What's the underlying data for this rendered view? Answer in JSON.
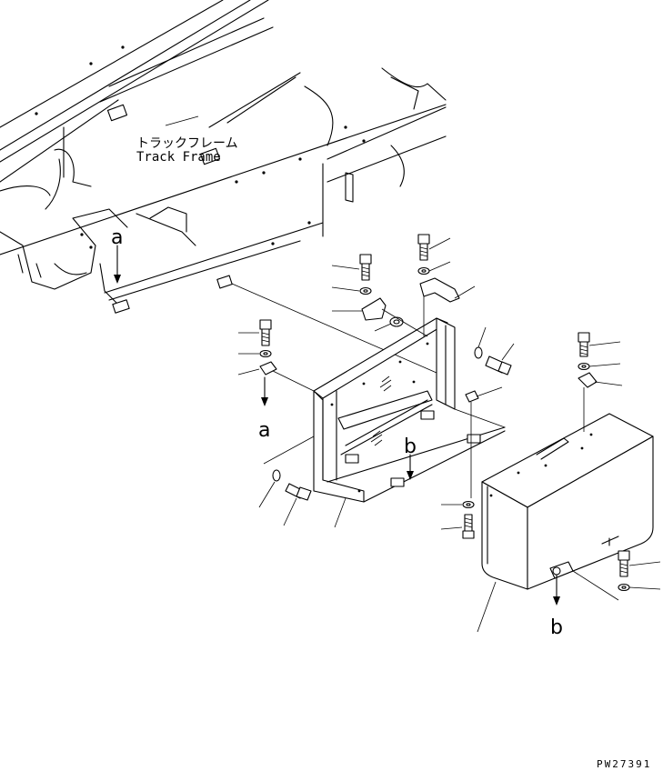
{
  "labels": {
    "frame_jp": "トラックフレーム",
    "frame_en": "Track Frame",
    "ref_a": "a",
    "ref_b": "b",
    "drawing_no": "PW27391"
  }
}
